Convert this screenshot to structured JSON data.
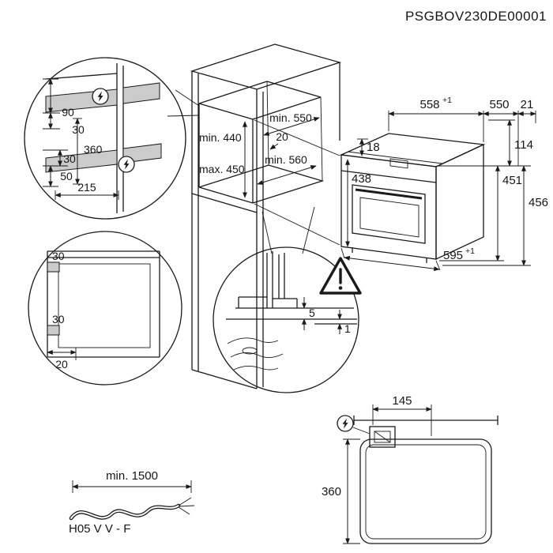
{
  "doc": {
    "code": "PSGBOV230DE00001"
  },
  "niche": {
    "width": "min. 550",
    "rear_gap": "20",
    "depth": "min. 560",
    "height_min": "min. 440",
    "height_max": "max. 450"
  },
  "oven": {
    "width": "558",
    "width_tol": "+1",
    "depth": "550",
    "door_offset": "21",
    "front_height": "114",
    "top_inset": "18",
    "body_height": "438",
    "height": "451",
    "total_height": "456",
    "front_width": "595",
    "front_width_tol": "+1"
  },
  "det_electrical": {
    "d90": "90",
    "d30_top": "30",
    "d360": "360",
    "d30_bottom": "30",
    "d50": "50",
    "d215": "215"
  },
  "det_panel": {
    "d30_top": "30",
    "d30_bottom": "30",
    "d20": "20"
  },
  "det_plinth": {
    "d5": "5",
    "d1": "1"
  },
  "top_view": {
    "d145": "145",
    "d360": "360"
  },
  "cable": {
    "length": "min. 1500",
    "type": "H05 V V - F"
  }
}
